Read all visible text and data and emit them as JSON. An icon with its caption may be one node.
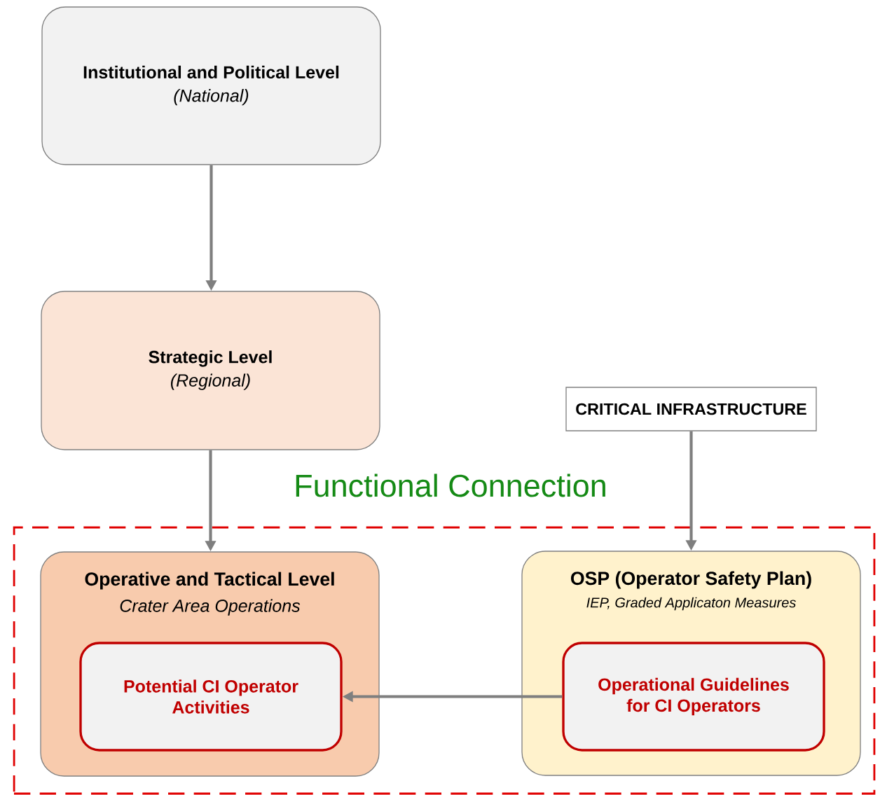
{
  "diagram": {
    "nodes": [
      {
        "text": [
          "Institutional and Political Level",
          "(National)"
        ]
      },
      {
        "text": [
          "Strategic Level",
          "(Regional)"
        ]
      },
      {
        "text": [
          "CRITICAL INFRASTRUCTURE"
        ]
      },
      {
        "text": [
          "Functional Connection"
        ]
      },
      {
        "text": [
          "Operative and Tactical Level",
          "Crater Area Operations"
        ],
        "in": 3
      },
      {
        "text": [
          "Potential CI Operator Activities"
        ],
        "in": 4
      },
      {
        "text": [
          "OSP (Operator Safety Plan)",
          "IEP, Graded Applicaton Measures"
        ],
        "in": 3
      },
      {
        "text": [
          "Operational Guidelines for CI Operators"
        ],
        "in": 6
      }
    ],
    "edges": [
      {
        "from": 0,
        "to": 1,
        "arrow": "to"
      },
      {
        "from": 1,
        "to": 4,
        "arrow": "to"
      },
      {
        "from": 2,
        "to": 6,
        "arrow": "to"
      },
      {
        "from": 7,
        "to": 5,
        "arrow": "to"
      }
    ]
  }
}
